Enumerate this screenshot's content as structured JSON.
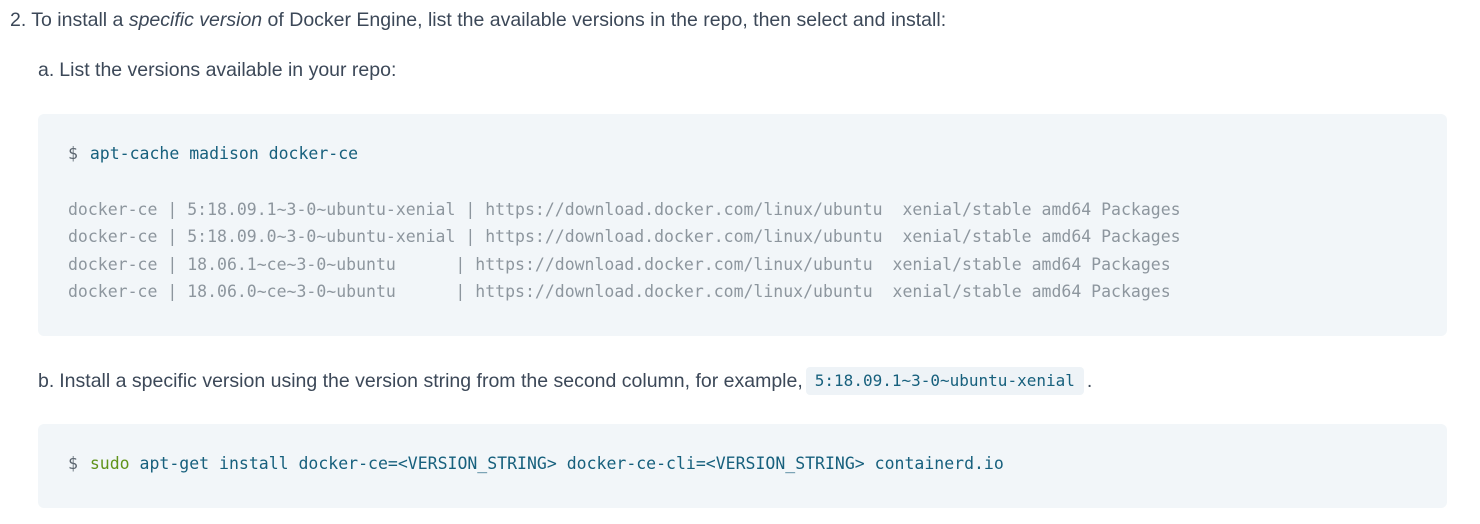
{
  "step": {
    "marker": "2.",
    "text_before_em": "To install a ",
    "em_text": "specific version",
    "text_after_em": " of Docker Engine, list the available versions in the repo, then select and install:"
  },
  "substep_a": {
    "marker": "a.",
    "text": "List the versions available in your repo:"
  },
  "code_block_1": {
    "prompt": "$",
    "command": "apt-cache madison docker-ce",
    "output_lines": [
      "docker-ce | 5:18.09.1~3-0~ubuntu-xenial | https://download.docker.com/linux/ubuntu  xenial/stable amd64 Packages",
      "docker-ce | 5:18.09.0~3-0~ubuntu-xenial | https://download.docker.com/linux/ubuntu  xenial/stable amd64 Packages",
      "docker-ce | 18.06.1~ce~3-0~ubuntu      | https://download.docker.com/linux/ubuntu  xenial/stable amd64 Packages",
      "docker-ce | 18.06.0~ce~3-0~ubuntu      | https://download.docker.com/linux/ubuntu  xenial/stable amd64 Packages"
    ]
  },
  "substep_b": {
    "marker": "b.",
    "text_before_code": "Install a specific version using the version string from the second column, for example,",
    "inline_code": "5:18.09.1~3-0~ubuntu-xenial",
    "text_after_code": "."
  },
  "code_block_2": {
    "prompt": "$",
    "sudo": "sudo",
    "command": " apt-get install docker-ce=<VERSION_STRING> docker-ce-cli=<VERSION_STRING> containerd.io"
  },
  "colors": {
    "page_background": "#ffffff",
    "body_text": "#3c4858",
    "code_block_background": "#f2f6f9",
    "inline_code_background": "#eef3f7",
    "command_text": "#17607d",
    "sudo_text": "#60931b",
    "prompt_text": "#5c6670",
    "output_text": "#8d969e"
  }
}
